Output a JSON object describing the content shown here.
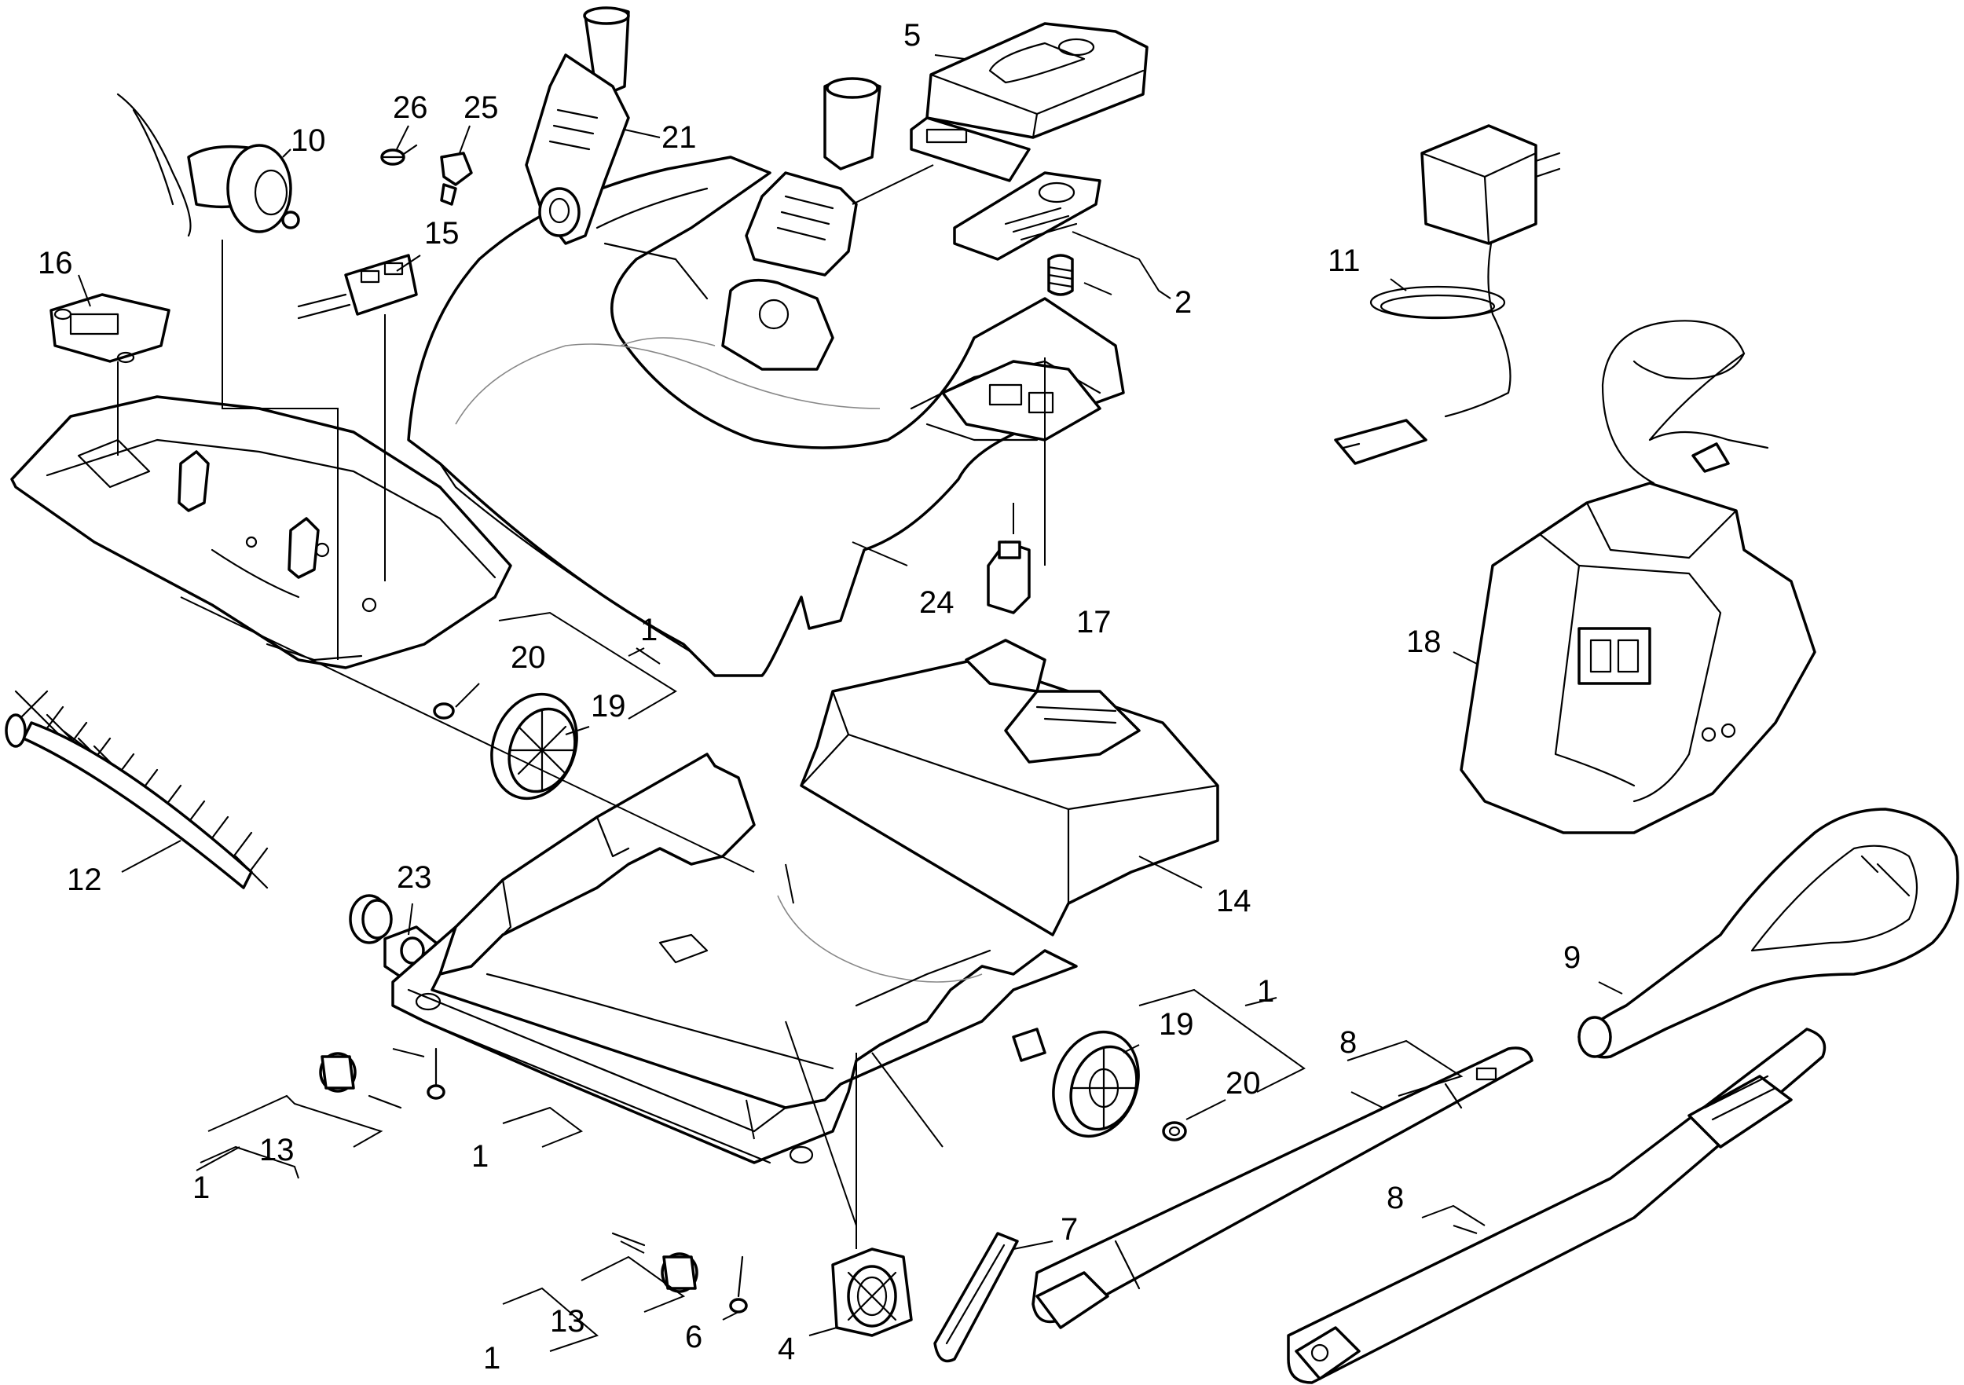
{
  "callouts": [
    {
      "id": "c2",
      "text": "2"
    },
    {
      "id": "c5",
      "text": "5"
    },
    {
      "id": "c10",
      "text": "10"
    },
    {
      "id": "c11",
      "text": "11"
    },
    {
      "id": "c12",
      "text": "12"
    },
    {
      "id": "c14",
      "text": "14"
    },
    {
      "id": "c15",
      "text": "15"
    },
    {
      "id": "c16",
      "text": "16"
    },
    {
      "id": "c17",
      "text": "17"
    },
    {
      "id": "c18",
      "text": "18"
    },
    {
      "id": "c21",
      "text": "21"
    },
    {
      "id": "c23",
      "text": "23"
    },
    {
      "id": "c24",
      "text": "24"
    },
    {
      "id": "c25",
      "text": "25"
    },
    {
      "id": "c26",
      "text": "26"
    },
    {
      "id": "c1a",
      "text": "1"
    },
    {
      "id": "c20a",
      "text": "20"
    },
    {
      "id": "c19a",
      "text": "19"
    },
    {
      "id": "c1b",
      "text": "1"
    },
    {
      "id": "c19b",
      "text": "19"
    },
    {
      "id": "c20b",
      "text": "20"
    },
    {
      "id": "c8a",
      "text": "8"
    },
    {
      "id": "c9",
      "text": "9"
    },
    {
      "id": "c8b",
      "text": "8"
    },
    {
      "id": "c7",
      "text": "7"
    },
    {
      "id": "c13a",
      "text": "13"
    },
    {
      "id": "c1c",
      "text": "1"
    },
    {
      "id": "c1d",
      "text": "1"
    },
    {
      "id": "c13b",
      "text": "13"
    },
    {
      "id": "c1e",
      "text": "1"
    },
    {
      "id": "c6",
      "text": "6"
    },
    {
      "id": "c4",
      "text": "4"
    }
  ]
}
